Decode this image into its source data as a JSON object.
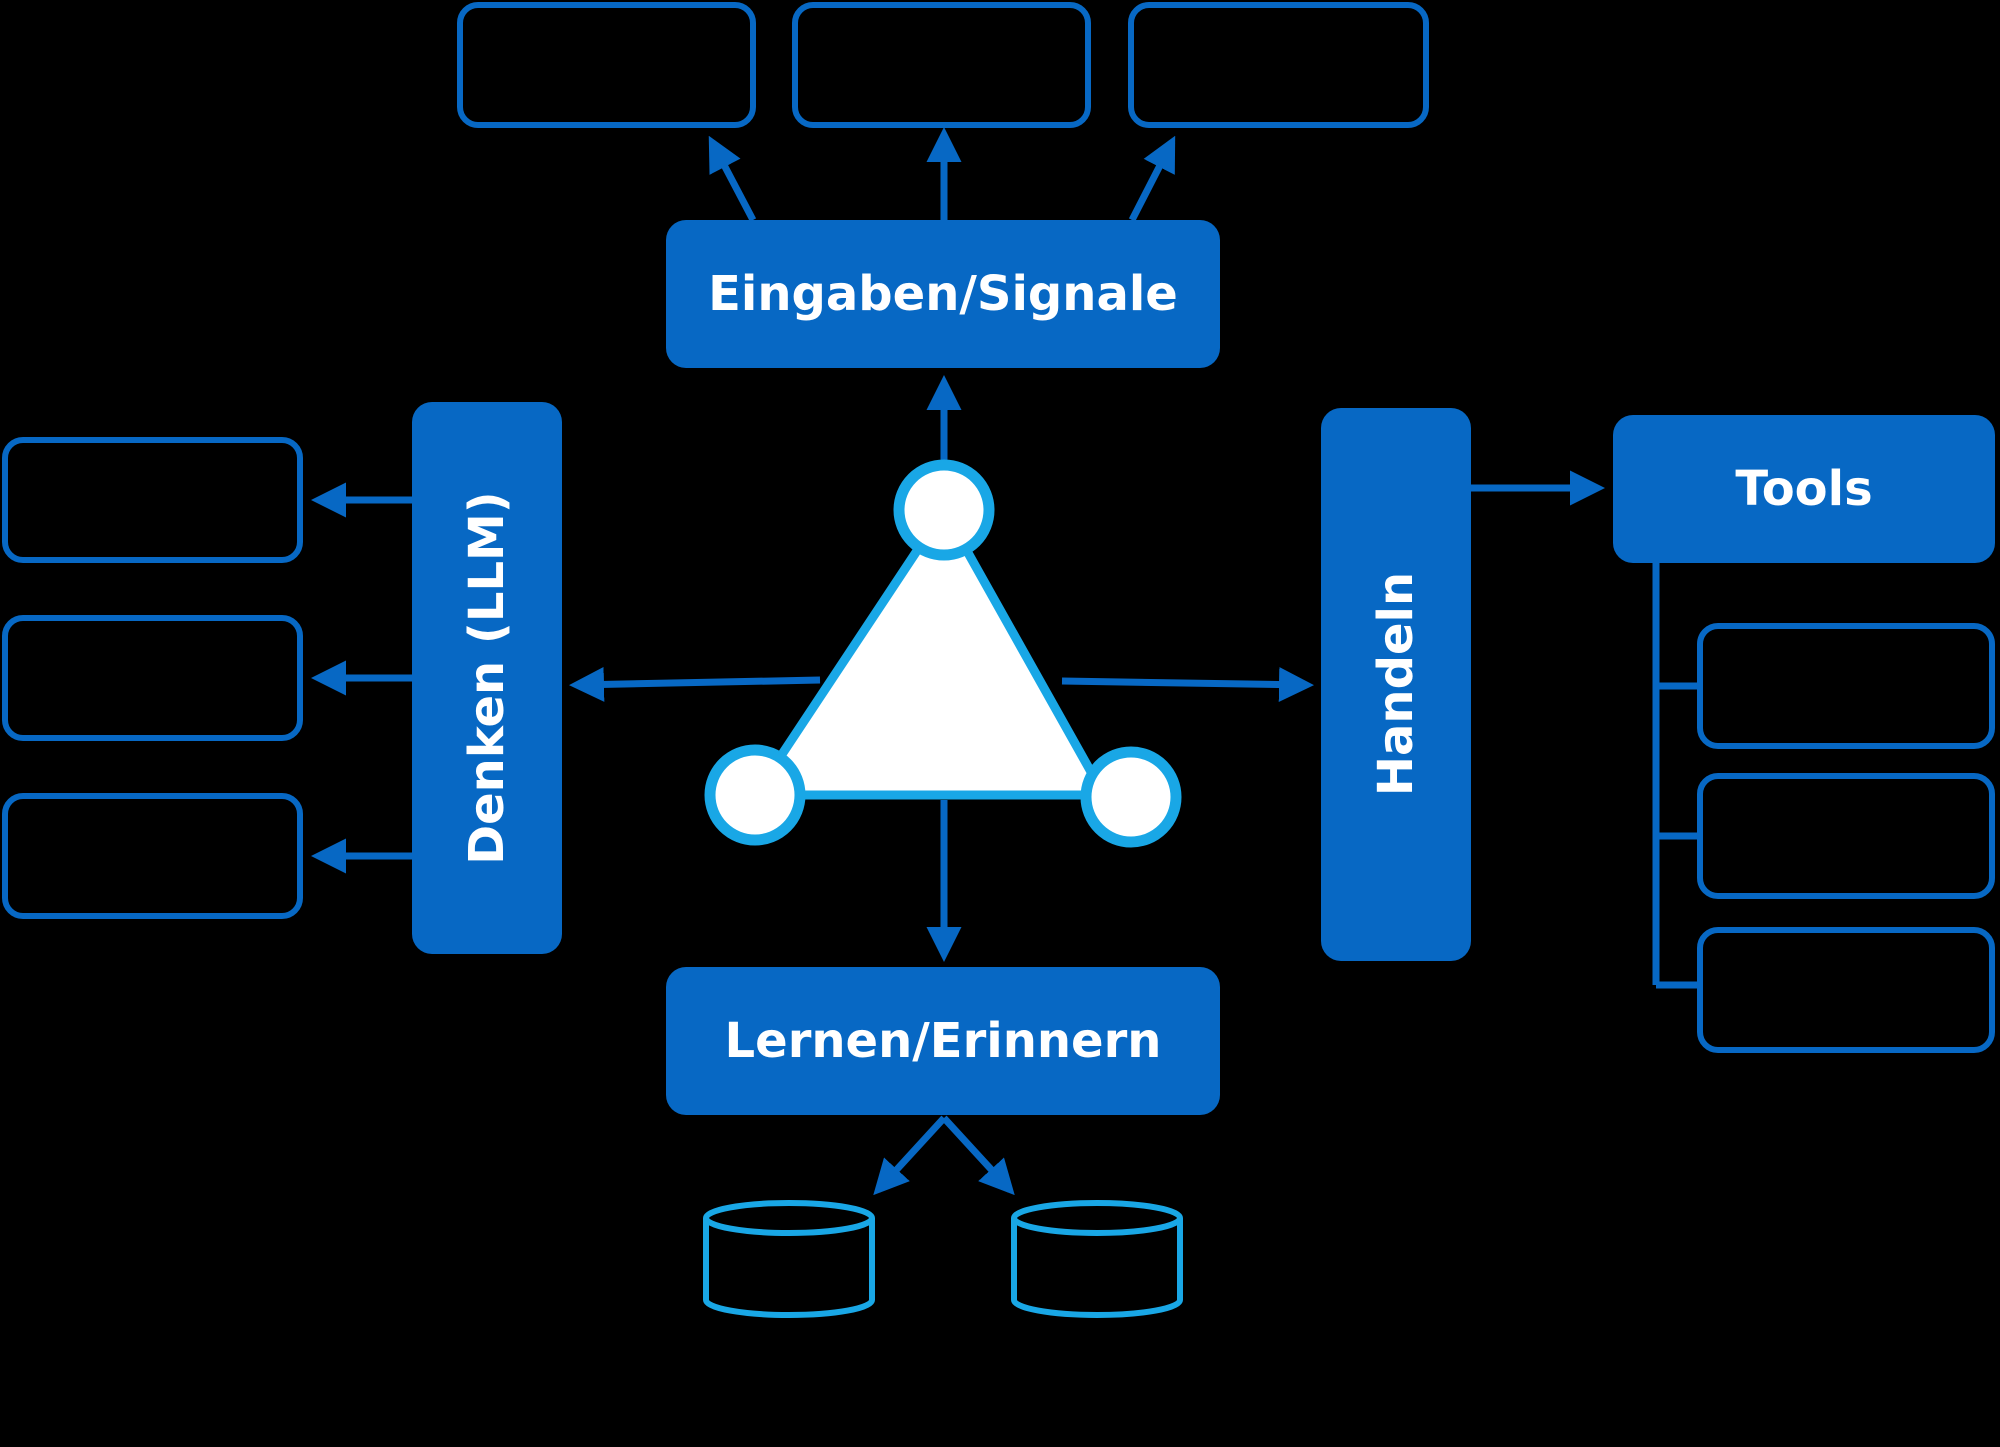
{
  "colors": {
    "background": "#000000",
    "primary_blue": "#0768c4",
    "light_blue": "#19a7e6",
    "text": "#ffffff",
    "triangle_fill": "#ffffff"
  },
  "nodes": {
    "inputs": {
      "label": "Eingaben/Signale"
    },
    "thinking": {
      "label": "Denken (LLM)"
    },
    "acting": {
      "label": "Handeln"
    },
    "learning": {
      "label": "Lernen/Erinnern"
    },
    "tools": {
      "label": "Tools"
    }
  },
  "icons": {
    "center": "triangle-network-icon",
    "storage": "database-cylinder-icon"
  }
}
